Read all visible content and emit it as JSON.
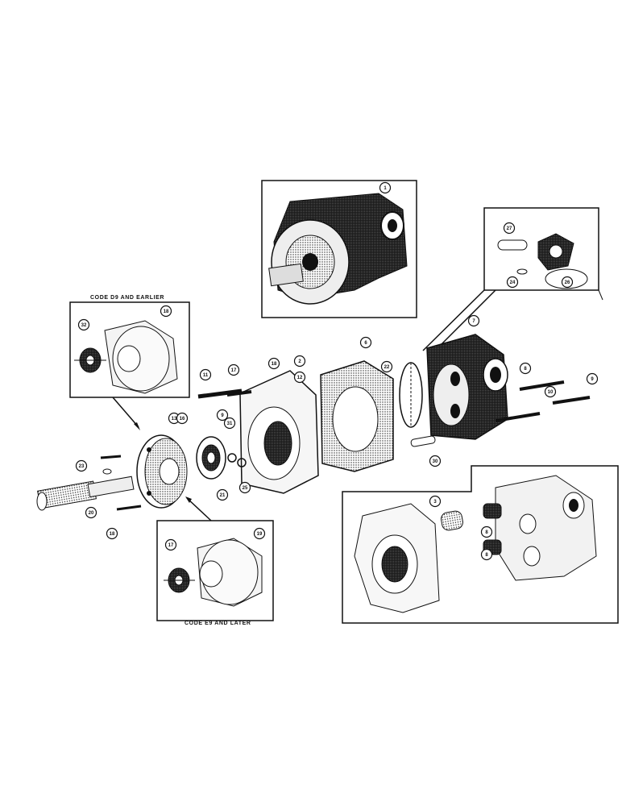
{
  "captions": {
    "top_left": "CODE D9 AND EARLIER",
    "bottom": "CODE E9 AND LATER"
  },
  "callouts": [
    {
      "id": "c1",
      "label": "1"
    },
    {
      "id": "c2",
      "label": "2"
    },
    {
      "id": "c3",
      "label": "3"
    },
    {
      "id": "c6",
      "label": "6"
    },
    {
      "id": "c7",
      "label": "7"
    },
    {
      "id": "c8a",
      "label": "8"
    },
    {
      "id": "c8b",
      "label": "8"
    },
    {
      "id": "c8c",
      "label": "8"
    },
    {
      "id": "c9",
      "label": "9"
    },
    {
      "id": "c9b",
      "label": "9"
    },
    {
      "id": "c10",
      "label": "10"
    },
    {
      "id": "c11",
      "label": "11"
    },
    {
      "id": "c12",
      "label": "12"
    },
    {
      "id": "c13",
      "label": "13"
    },
    {
      "id": "c16",
      "label": "16"
    },
    {
      "id": "c17a",
      "label": "17"
    },
    {
      "id": "c17b",
      "label": "17"
    },
    {
      "id": "c18a",
      "label": "18"
    },
    {
      "id": "c18b",
      "label": "18"
    },
    {
      "id": "c18c",
      "label": "18"
    },
    {
      "id": "c19",
      "label": "19"
    },
    {
      "id": "c20",
      "label": "20"
    },
    {
      "id": "c21",
      "label": "21"
    },
    {
      "id": "c22",
      "label": "22"
    },
    {
      "id": "c23",
      "label": "23"
    },
    {
      "id": "c24",
      "label": "24"
    },
    {
      "id": "c25",
      "label": "25"
    },
    {
      "id": "c26",
      "label": "26"
    },
    {
      "id": "c27",
      "label": "27"
    },
    {
      "id": "c31",
      "label": "31"
    },
    {
      "id": "c32",
      "label": "32"
    },
    {
      "id": "c30",
      "label": "30"
    }
  ]
}
